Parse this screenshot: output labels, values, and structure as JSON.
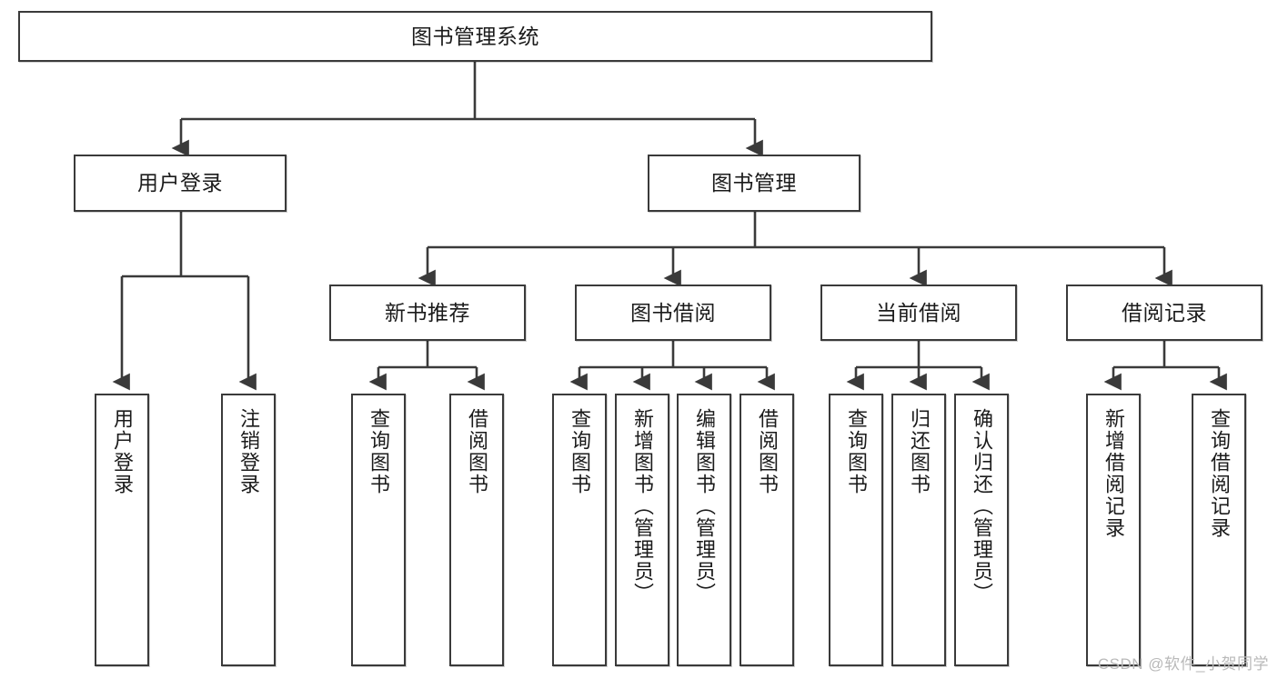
{
  "diagram": {
    "title": "图书管理系统",
    "type": "tree-hierarchy-chart",
    "colors": {
      "box_border": "#3a3a3a",
      "box_fill": "#ffffff",
      "connector": "#3a3a3a",
      "text": "#1b1b1b",
      "watermark": "#b9b9b9"
    },
    "nodes": {
      "root": {
        "label": "图书管理系统"
      },
      "level2": [
        {
          "label": "用户登录"
        },
        {
          "label": "图书管理"
        }
      ],
      "level3": [
        {
          "label": "新书推荐"
        },
        {
          "label": "图书借阅"
        },
        {
          "label": "当前借阅"
        },
        {
          "label": "借阅记录"
        }
      ],
      "leaves": {
        "user_login": [
          {
            "label": "用户登录"
          },
          {
            "label": "注销登录"
          }
        ],
        "new_book_recommend": [
          {
            "label": "查询图书"
          },
          {
            "label": "借阅图书"
          }
        ],
        "book_borrow": [
          {
            "label": "查询图书"
          },
          {
            "label": "新增图书（管理员）"
          },
          {
            "label": "编辑图书（管理员）"
          },
          {
            "label": "借阅图书"
          }
        ],
        "current_borrow": [
          {
            "label": "查询图书"
          },
          {
            "label": "归还图书"
          },
          {
            "label": "确认归还（管理员）"
          }
        ],
        "borrow_record": [
          {
            "label": "新增借阅记录"
          },
          {
            "label": "查询借阅记录"
          }
        ]
      }
    },
    "watermark": "CSDN @软件_小贺同学"
  }
}
